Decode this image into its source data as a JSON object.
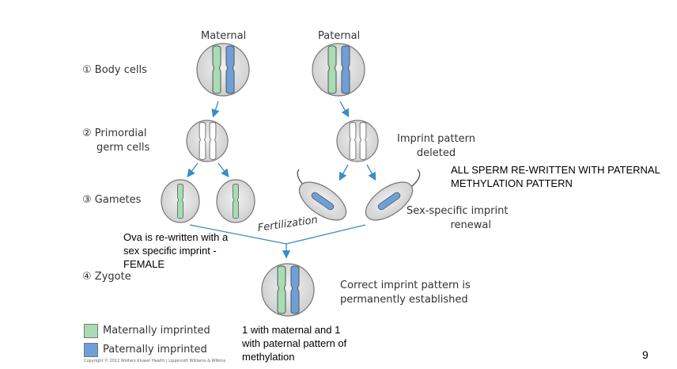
{
  "columns": {
    "maternal": "Maternal",
    "paternal": "Paternal"
  },
  "stages": [
    {
      "num": "①",
      "label": "Body cells"
    },
    {
      "num": "②",
      "label": "Primordial",
      "label2": "germ cells"
    },
    {
      "num": "③",
      "label": "Gametes"
    },
    {
      "num": "④",
      "label": "Zygote"
    }
  ],
  "annotations": {
    "imprint_deleted_1": "Imprint pattern",
    "imprint_deleted_2": "deleted",
    "sperm_1": "ALL SPERM RE-WRITTEN WITH PATERNAL",
    "sperm_2": "METHYLATION PATTERN",
    "renewal_1": "Sex-specific imprint",
    "renewal_2": "renewal",
    "fertilization": "Fertilization",
    "ova_1": "Ova is re-written with a",
    "ova_2": "sex specific imprint -",
    "ova_3": "FEMALE",
    "correct_1": "Correct imprint pattern is",
    "correct_2": "permanently established",
    "zygote_1": "1 with maternal and 1",
    "zygote_2": "with paternal pattern of",
    "zygote_3": "methylation"
  },
  "legend": {
    "maternal": "Maternally imprinted",
    "paternal": "Paternally imprinted",
    "maternal_color": "#a8dcb4",
    "paternal_color": "#6f9fd8"
  },
  "copyright": "Copyright © 2012 Wolters Kluwer Health | Lippincott Williams & Wilkins",
  "page_number": "9"
}
